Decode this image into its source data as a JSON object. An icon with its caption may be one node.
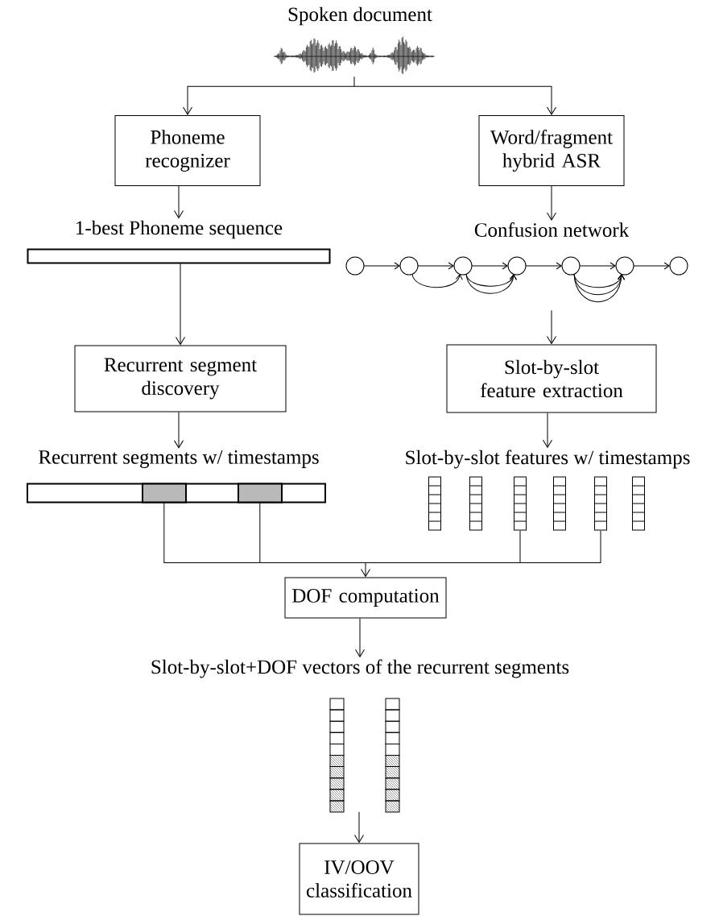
{
  "diagram": {
    "nodes": [
      {
        "text": [
          "Spoken document"
        ]
      },
      {
        "text": [
          "Phoneme recognizer"
        ]
      },
      {
        "text": [
          "Word/fragment hybrid ASR"
        ]
      },
      {
        "text": [
          "1-best Phoneme sequence"
        ]
      },
      {
        "text": [
          "Confusion network"
        ]
      },
      {
        "text": [
          "Recurrent segment discovery"
        ]
      },
      {
        "text": [
          "Slot-by-slot feature extraction"
        ]
      },
      {
        "text": [
          "Recurrent segments w/ timestamps"
        ]
      },
      {
        "text": [
          "Slot-by-slot features w/ timestamps"
        ]
      },
      {
        "text": [
          "DOF computation"
        ]
      },
      {
        "text": [
          "Slot-by-slot+DOF vectors of the recurrent segments"
        ]
      },
      {
        "text": [
          "IV/OOV classification"
        ]
      }
    ],
    "edges": [
      {
        "from": 0,
        "to": 1,
        "arrow": "to"
      },
      {
        "from": 0,
        "to": 2,
        "arrow": "to"
      },
      {
        "from": 1,
        "to": 3,
        "arrow": "to"
      },
      {
        "from": 2,
        "to": 4,
        "arrow": "to"
      },
      {
        "from": 3,
        "to": 5,
        "arrow": "to"
      },
      {
        "from": 4,
        "to": 6,
        "arrow": "to"
      },
      {
        "from": 5,
        "to": 7,
        "arrow": "to"
      },
      {
        "from": 6,
        "to": 8,
        "arrow": "to"
      },
      {
        "from": 7,
        "to": 9,
        "arrow": "to"
      },
      {
        "from": 8,
        "to": 9,
        "arrow": "to"
      },
      {
        "from": 9,
        "to": 10,
        "arrow": "to"
      },
      {
        "from": 10,
        "to": 11,
        "arrow": "to"
      }
    ]
  }
}
